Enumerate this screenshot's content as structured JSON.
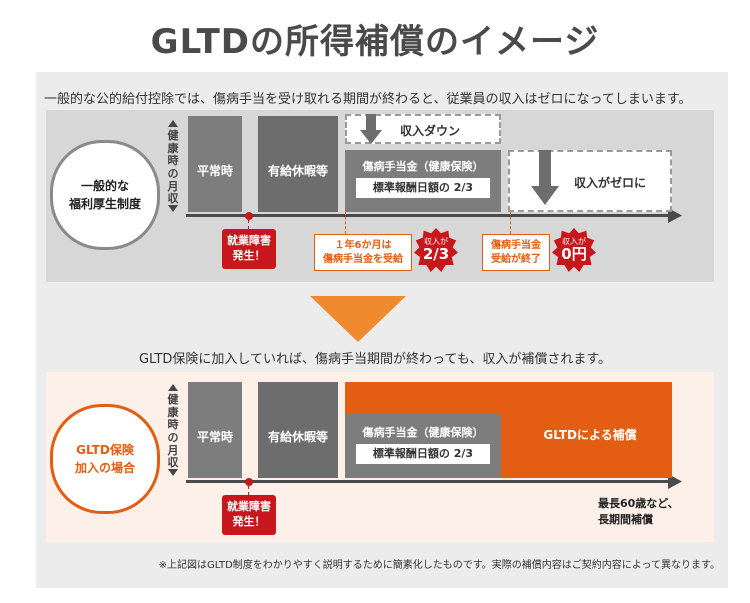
{
  "title": "GLTDの所得補償のイメージ",
  "intro_text": "一般的な公的給付控除では、傷病手当を受け取れる期間が終わると、従業員の収入はゼロになってしまいます。",
  "mid_text": "GLTD保険に加入していれば、傷病手当期間が終わっても、収入が補償されます。",
  "note": "※上記図はGLTD制度をわかりやすく説明するために簡素化したものです。実際の補償内容はご契約内容によって異なります。",
  "colors": {
    "orange": "#e35d12",
    "red": "#c8161d",
    "gray_block": "#7d7d7d",
    "dark_block": "#6d6d6d"
  },
  "diagram1": {
    "circle_line1": "一般的な",
    "circle_line2": "福利厚生制度",
    "vertical_label": "健康時の月収",
    "block_normal": "平常時",
    "block_paid_leave": "有給休暇等",
    "income_down": "収入ダウン",
    "sickness_benefit": "傷病手当金（健康保険）",
    "standard_rate": "標準報酬日額の 2/3",
    "income_zero": "収入がゼロに",
    "disability_line1": "就業障害",
    "disability_line2": "発生！",
    "callout1_line1": "１年6か月は",
    "callout1_line2": "傷病手当金を受給",
    "callout2_line1": "傷病手当金",
    "callout2_line2": "受給が終了",
    "badge1_small": "収入が",
    "badge1_big": "2/3",
    "badge2_small": "収入が",
    "badge2_big": "0円"
  },
  "diagram2": {
    "circle_line1": "GLTD保険",
    "circle_line2": "加入の場合",
    "vertical_label": "健康時の月収",
    "block_normal": "平常時",
    "block_paid_leave": "有給休暇等",
    "sickness_benefit": "傷病手当金（健康保険）",
    "standard_rate": "標準報酬日額の 2/3",
    "gltd_compensation": "GLTDによる補償",
    "disability_line1": "就業障害",
    "disability_line2": "発生！",
    "long_term_line1": "最長60歳など、",
    "long_term_line2": "長期間補償"
  }
}
